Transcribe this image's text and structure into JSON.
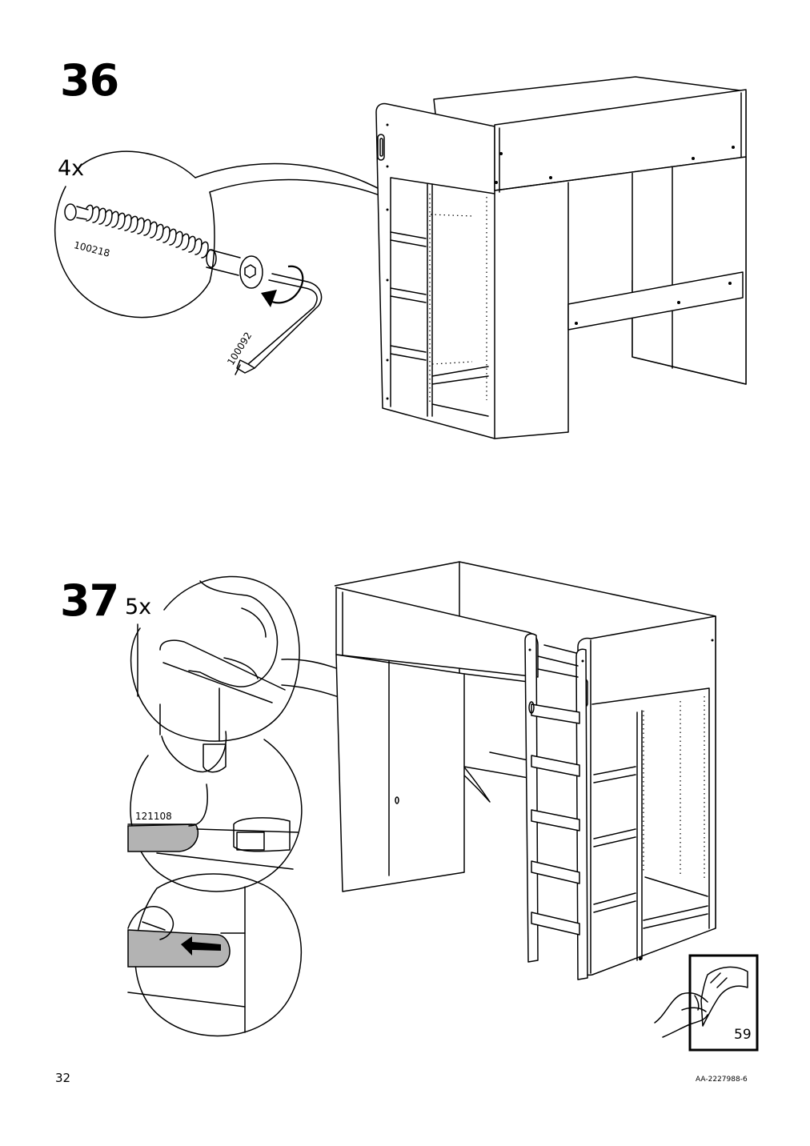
{
  "page": {
    "page_number": "32",
    "document_code": "AA-2227988-6"
  },
  "steps": [
    {
      "number": "36",
      "quantity": "4x",
      "part_screw": "100218",
      "part_key": "100092"
    },
    {
      "number": "37",
      "quantity": "5x",
      "part_cap": "121108"
    }
  ],
  "page_reference": {
    "target_page": "59",
    "icon": "turn-page-hand-icon"
  },
  "icons": {
    "rotate": "rotate-clockwise-arrow-icon",
    "push": "push-arrow-icon"
  }
}
